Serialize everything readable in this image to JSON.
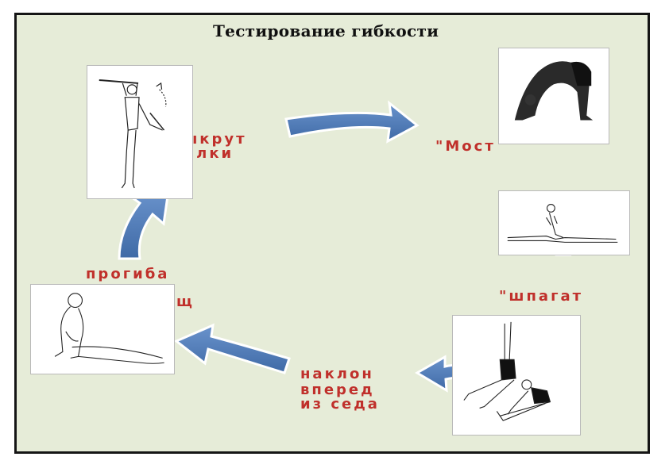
{
  "title": "Тестирование гибкости",
  "labels": {
    "vykrut_line1": "ыкрут",
    "vykrut_line2": "алки",
    "most": "\"Мост",
    "shpagat": "\"шпагат",
    "naklon_line1": "наклон",
    "naklon_line2": "вперед",
    "naklon_line3": "из седа",
    "progiba": "прогиба",
    "progiba_part2": "щ"
  },
  "colors": {
    "label_red": "#c0302b",
    "arrow_blue": "#4c79b7",
    "slide_bg": "#e6ecd8"
  },
  "icons": [
    "twist-stick-figure",
    "bridge-figure",
    "split-figure",
    "seated-bend-figure",
    "back-bend-figure"
  ]
}
